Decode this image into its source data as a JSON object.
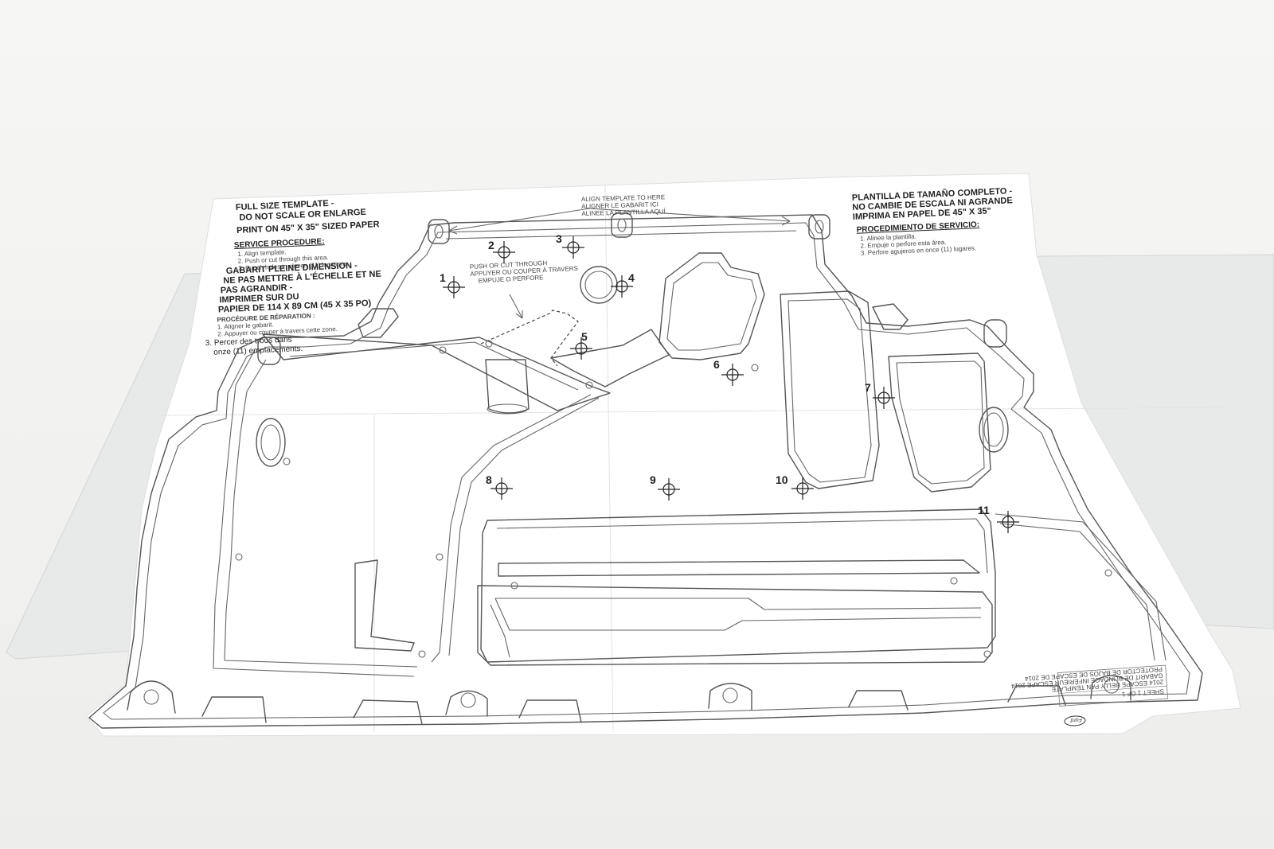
{
  "template": {
    "english_header": [
      "FULL SIZE TEMPLATE -",
      "DO NOT SCALE OR ENLARGE",
      "PRINT ON 45\" X 35\" SIZED PAPER"
    ],
    "english_service_title": "SERVICE PROCEDURE:",
    "english_steps": [
      "1. Align template.",
      "2. Push or cut through this area.",
      "3. Punch holes in eleven (11) locations."
    ],
    "french_header": [
      "GABARIT PLEINE DIMENSION -",
      "NE PAS METTRE À L'ÉCHELLE ET NE",
      "PAS AGRANDIR -",
      "IMPRIMER SUR DU",
      "PAPIER DE 114 X 89 CM (45 X 35 PO)"
    ],
    "french_service_title": "PROCÉDURE DE RÉPARATION :",
    "french_steps": [
      "1. Aligner le gabarit.",
      "2. Appuyer ou couper à travers cette zone.",
      "3. Percer des trous dans",
      "onze (11) emplacements."
    ],
    "align_label": [
      "ALIGN TEMPLATE TO HERE",
      "ALIGNER LE GABARIT ICI",
      "ALINEE LA PLANTILLA AQUÍ"
    ],
    "spanish_header": [
      "PLANTILLA DE TAMAÑO COMPLETO -",
      "NO CAMBIE DE ESCALA NI AGRANDE",
      "IMPRIMA EN PAPEL DE 45\" X 35\""
    ],
    "spanish_service_title": "PROCEDIMIENTO DE SERVICIO:",
    "spanish_steps": [
      "1. Alinee la plantilla.",
      "2. Empuje o perfore esta área.",
      "3. Perfore agujeros en once (11) lugares."
    ],
    "push_cut_label": [
      "PUSH OR CUT THROUGH",
      "APPUYER OU COUPER À TRAVERS",
      "EMPUJE O PERFORE"
    ],
    "holes": [
      "1",
      "2",
      "3",
      "4",
      "5",
      "6",
      "7",
      "8",
      "9",
      "10",
      "11"
    ],
    "title_block": [
      "SHEET 1 OF 1",
      "2014 ESCAPE BELLY PAN TEMPLATE",
      "GABARIT DE BLINDAGE INFÉRIEUR ESCAPE 2014",
      "PROTECTOR DE BAJOS DE ESCAPE DE 2014"
    ],
    "brand": "Ford"
  },
  "colors": {
    "background": "#f3f3f1",
    "paper": "#ffffff",
    "linework": "#555555",
    "text": "#222222",
    "glass": "#e9ecec"
  }
}
